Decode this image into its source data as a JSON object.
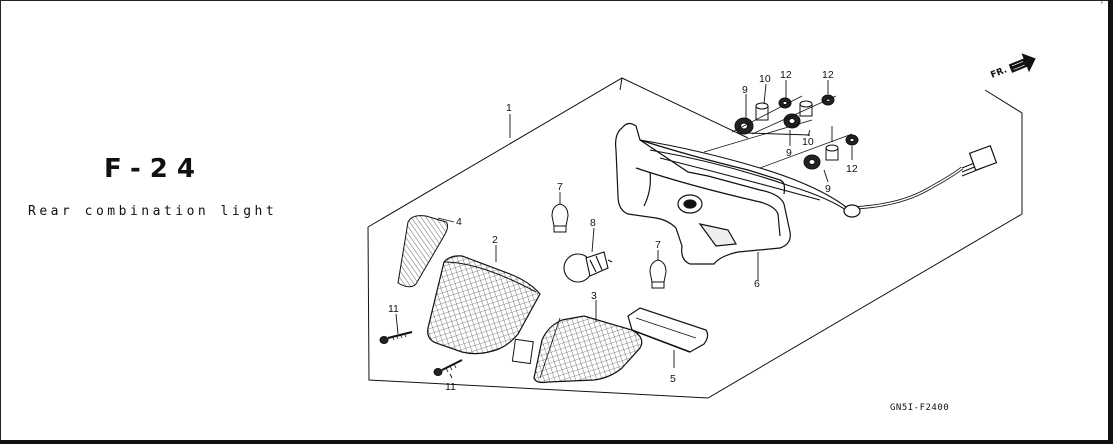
{
  "section": {
    "code": "F-24",
    "title": "Rear combination light"
  },
  "orientation": {
    "label": "FR."
  },
  "drawing_code": "GN5I-F2400",
  "corner_mark": "'",
  "callouts": {
    "c1": "1",
    "c2": "2",
    "c3": "3",
    "c4": "4",
    "c5": "5",
    "c6": "6",
    "c7a": "7",
    "c7b": "7",
    "c8": "8",
    "c9a": "9",
    "c9b": "9",
    "c9c": "9",
    "c10a": "10",
    "c10b": "10",
    "c11a": "11",
    "c11b": "11",
    "c12a": "12",
    "c12b": "12",
    "c12c": "12"
  }
}
